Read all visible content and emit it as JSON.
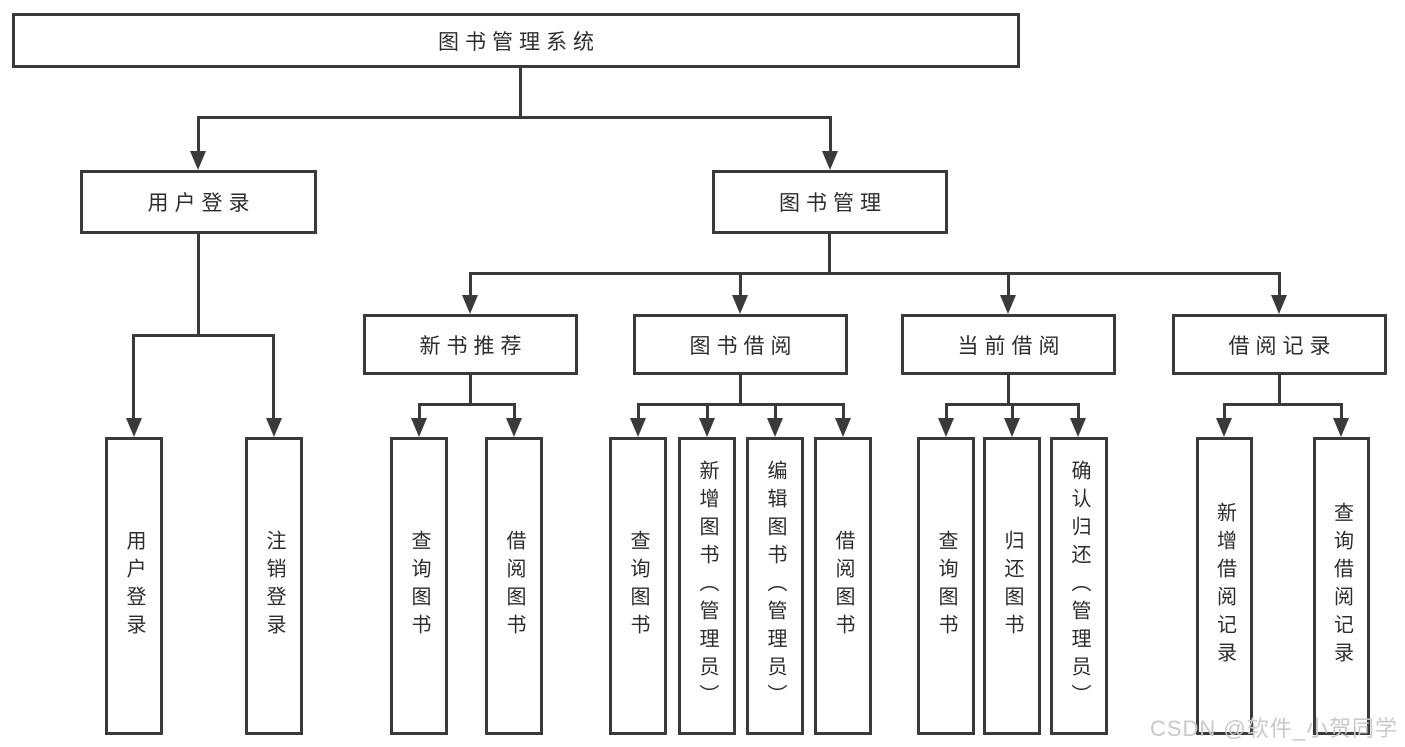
{
  "title": "图书管理系统",
  "colors": {
    "line": "#3a3a3a",
    "box_border": "#3a3a3a",
    "text": "#2d2d2d",
    "background": "#ffffff",
    "watermark": "#c9c9c9"
  },
  "watermark": {
    "text": "CSDN @软件_小贺同学"
  },
  "tree": {
    "label": "图书管理系统",
    "children": [
      {
        "label": "用户登录",
        "children": [
          {
            "label": "用户登录"
          },
          {
            "label": "注销登录"
          }
        ]
      },
      {
        "label": "图书管理",
        "children": [
          {
            "label": "新书推荐",
            "children": [
              {
                "label": "查询图书"
              },
              {
                "label": "借阅图书"
              }
            ]
          },
          {
            "label": "图书借阅",
            "children": [
              {
                "label": "查询图书"
              },
              {
                "label": "新增图书（管理员）"
              },
              {
                "label": "编辑图书（管理员）"
              },
              {
                "label": "借阅图书"
              }
            ]
          },
          {
            "label": "当前借阅",
            "children": [
              {
                "label": "查询图书"
              },
              {
                "label": "归还图书"
              },
              {
                "label": "确认归还（管理员）"
              }
            ]
          },
          {
            "label": "借阅记录",
            "children": [
              {
                "label": "新增借阅记录"
              },
              {
                "label": "查询借阅记录"
              }
            ]
          }
        ]
      }
    ]
  }
}
